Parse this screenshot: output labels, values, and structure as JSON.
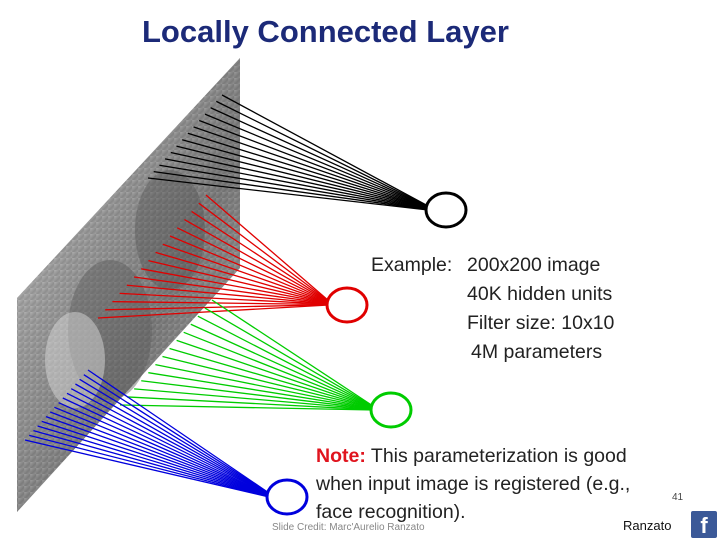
{
  "slide": {
    "title": "Locally Connected Layer",
    "example": {
      "label": "Example:",
      "lines": [
        "200x200 image",
        "40K hidden units",
        "Filter size: 10x10",
        "4M parameters"
      ]
    },
    "note": {
      "label": "Note:",
      "lines": [
        "This parameterization is good",
        "when input image is registered (e.g.,",
        "face recognition)."
      ]
    },
    "page_number": "41",
    "credit": "Slide Credit: Marc'Aurelio Ranzato",
    "author": "Ranzato",
    "logo_letter": "f"
  },
  "diagram": {
    "units": [
      {
        "color": "#000000"
      },
      {
        "color": "#e00000"
      },
      {
        "color": "#00cc00"
      },
      {
        "color": "#0000dd"
      }
    ]
  }
}
